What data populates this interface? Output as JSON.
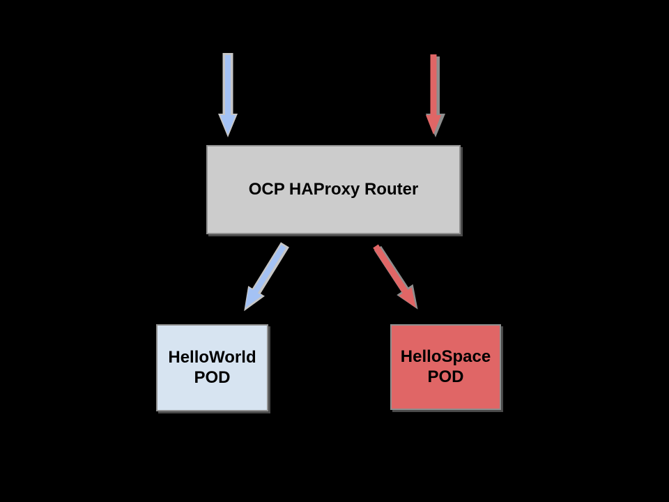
{
  "colors": {
    "background": "#000000",
    "node_border": "#8f8f8f",
    "node_shadow": "#4a4a4a",
    "router_fill": "#cccccc",
    "helloworld_fill": "#d7e4f1",
    "hellospace_fill": "#e06666",
    "arrow_blue": "#a4c2f4",
    "arrow_blue_outline": "#c6c6c6",
    "arrow_red": "#e06666",
    "arrow_red_shadow": "#8e8e8e",
    "label_text": "#000000"
  },
  "diagram": {
    "router": {
      "label": "OCP HAProxy Router"
    },
    "pods": [
      {
        "id": "helloworld-pod",
        "label": "HelloWorld\nPOD"
      },
      {
        "id": "hellospace-pod",
        "label": "HelloSpace\nPOD"
      }
    ],
    "arrows": [
      {
        "id": "blue-ingress",
        "color": "#a4c2f4",
        "from": "external-top-left",
        "to": "OCP HAProxy Router"
      },
      {
        "id": "red-ingress",
        "color": "#e06666",
        "from": "external-top-right",
        "to": "OCP HAProxy Router"
      },
      {
        "id": "blue-route",
        "color": "#a4c2f4",
        "from": "OCP HAProxy Router",
        "to": "HelloWorld POD"
      },
      {
        "id": "red-route",
        "color": "#e06666",
        "from": "OCP HAProxy Router",
        "to": "HelloSpace POD"
      }
    ]
  }
}
